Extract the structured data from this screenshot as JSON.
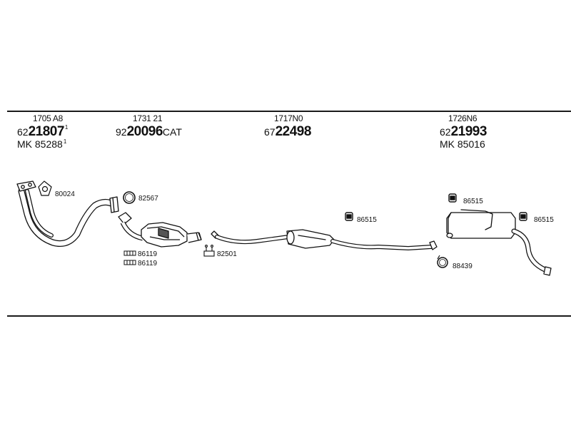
{
  "groups": [
    {
      "code": "1705 A8",
      "pn_prefix": "62",
      "pn_main": "21807",
      "pn_suffix": "",
      "pn_note": "1",
      "mk": "MK 85288",
      "mk_note": "1"
    },
    {
      "code": "1731 21",
      "pn_prefix": "92",
      "pn_main": "20096",
      "pn_suffix": "CAT",
      "pn_note": "",
      "mk": "",
      "mk_note": ""
    },
    {
      "code": "1717N0",
      "pn_prefix": "67",
      "pn_main": "22498",
      "pn_suffix": "",
      "pn_note": "",
      "mk": "",
      "mk_note": ""
    },
    {
      "code": "1726N6",
      "pn_prefix": "62",
      "pn_main": "21993",
      "pn_suffix": "",
      "pn_note": "",
      "mk": "MK 85016",
      "mk_note": ""
    }
  ],
  "callouts": {
    "gasket_front": "80024",
    "ring_front": "82567",
    "bolt_upper": "86119",
    "bolt_lower": "86119",
    "clamp_mid": "82501",
    "hanger_mid": "86515",
    "hanger_rear_top": "86515",
    "hanger_rear_right": "86515",
    "ring_rear": "88439"
  }
}
